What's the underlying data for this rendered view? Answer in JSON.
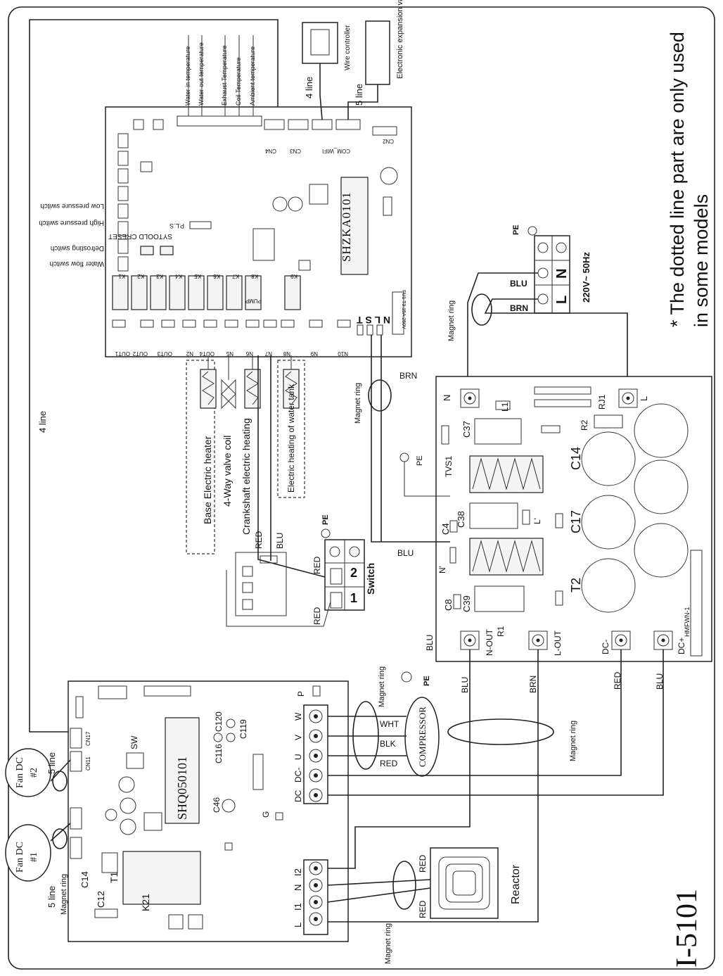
{
  "model_code": "I-5101",
  "note_line1": "* The dotted line part are only used",
  "note_line2": "in some models",
  "main_board": {
    "chip": "SHZKA0101",
    "sensors": [
      "Water in temperature",
      "Water out temperature",
      "Exhaust Temperature",
      "Coil Temperature",
      "Ambient temperature"
    ],
    "switches": [
      "Low pressure switch",
      "High pressure switch",
      "Defrosting switch",
      "Water flow switch"
    ],
    "loads": [
      "Base Electric heater",
      "4-Way valve coil",
      "Crankshaft electric heating",
      "Electric heating of water tank"
    ],
    "connectors": [
      "CN4",
      "CN3",
      "COM_WIFI",
      "CN2"
    ],
    "outputs": [
      "OUT1",
      "OUT2",
      "OUT3",
      "N2",
      "OUT4",
      "N5",
      "N6",
      "N7",
      "N8",
      "N9",
      "N10"
    ],
    "relays": [
      "K1",
      "K2",
      "K3",
      "K4",
      "K5",
      "K6",
      "K7",
      "K8",
      "K9"
    ],
    "pump_label": "PUMP",
    "fuse_label": "FU1 T3.15A 250V",
    "nlst": "N L S T",
    "test_label": "SYTOOLD  CRESET",
    "pls_label": "P.L.S"
  },
  "wire_controller": "Wire controller",
  "expansion_valve": "Electronic expansion valve",
  "line_4": "4 line",
  "line_5": "5 line",
  "power": {
    "spec": "220V~ 50Hz",
    "pe": "PE",
    "l": "L",
    "n": "N",
    "blu": "BLU",
    "brn": "BRN"
  },
  "wire_colors": {
    "blu": "BLU",
    "brn": "BRN",
    "red": "RED",
    "wht": "WHT",
    "blk": "BLK"
  },
  "magnet_ring": "Magnet ring",
  "switch_label": "Switch",
  "pe_label": "PE",
  "filter_board": {
    "caps": [
      "C14",
      "C17",
      "T2",
      "C37",
      "C38",
      "C39",
      "C4",
      "C8"
    ],
    "terminals": [
      "N",
      "L",
      "N-OUT",
      "L-OUT",
      "DC-",
      "DC+",
      "N'",
      "L'"
    ],
    "parts": [
      "L1",
      "R1",
      "R2",
      "RJ1",
      "TVS1"
    ],
    "part_no": "HMFWN-1"
  },
  "driver_board": {
    "chip": "SHQ050101",
    "caps": [
      "C120",
      "C119",
      "C116",
      "C46",
      "C12",
      "C14"
    ],
    "parts": [
      "T1",
      "K21",
      "SW",
      "G",
      "P"
    ],
    "terminals": [
      "L",
      "I1",
      "N",
      "I2",
      "DC",
      "DC-",
      "U",
      "V",
      "W"
    ],
    "connectors": [
      "CN17",
      "CN11"
    ]
  },
  "compressor": "COMPRESSOR",
  "reactor": "Reactor",
  "fan1": "Fan DC #1",
  "fan2": "Fan DC #2"
}
